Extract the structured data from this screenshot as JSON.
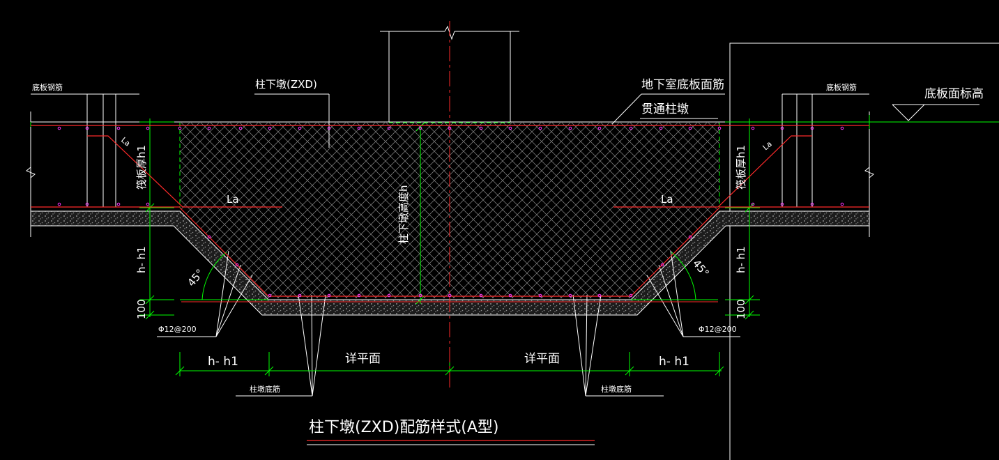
{
  "labels": {
    "raft_rebar_left": "底板钢筋",
    "raft_rebar_right": "底板钢筋",
    "pier_name": "柱下墩(ZXD)",
    "basement_top_rebar": "地下室底板面筋",
    "through_pier": "贯通柱墩",
    "slab_top_elev": "底板面标高",
    "raft_thickness_left": "筏板厚h1",
    "raft_thickness_right": "筏板厚h1",
    "pier_height": "柱下墩高度h",
    "la_upper_left": "La",
    "la_upper_right": "La",
    "la_mid_left": "La",
    "la_mid_right": "La",
    "dim_h_h1_left": "h- h1",
    "dim_h_h1_right": "h- h1",
    "dim_100_left": "100",
    "dim_100_right": "100",
    "angle_left": "45°",
    "angle_right": "45°",
    "rebar_spec_left": "Φ12@200",
    "rebar_spec_right": "Φ12@200",
    "bottom_dim_left": "h- h1",
    "bottom_dim_mid_left": "详平面",
    "bottom_dim_mid_right": "详平面",
    "bottom_dim_right": "h- h1",
    "pier_bottom_rebar_left": "柱墩底筋",
    "pier_bottom_rebar_right": "柱墩底筋",
    "drawing_title": "柱下墩(ZXD)配筋样式(A型)"
  },
  "colors": {
    "background": "#000000",
    "outline": "#ffffff",
    "rebar": "#ff2a2a",
    "dimension": "#00ff00",
    "rebar_dot": "#ff33ff",
    "hatch": "#8a8a8a"
  }
}
